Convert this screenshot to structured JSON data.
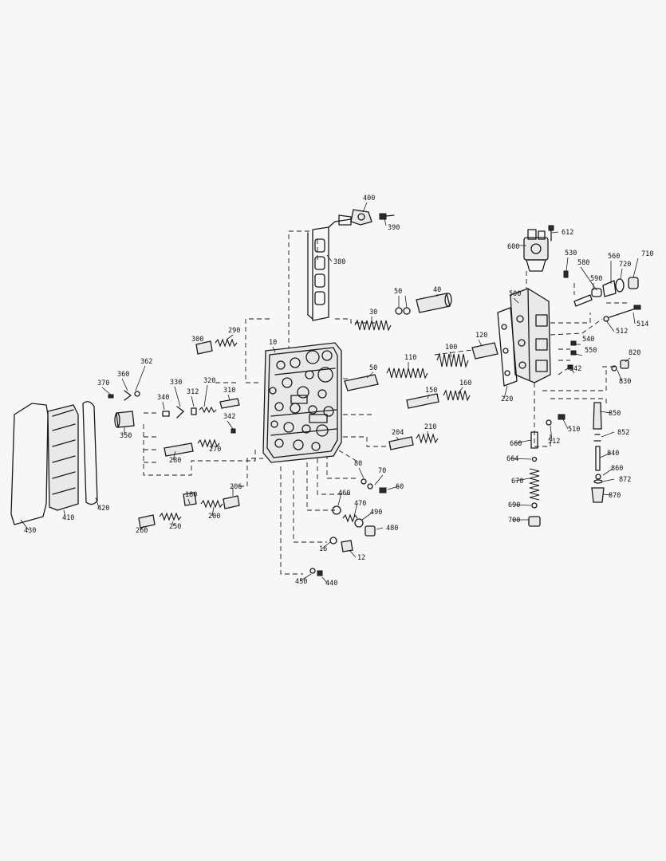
{
  "diagram": {
    "type": "exploded-parts-view",
    "labels": [
      "400",
      "390",
      "380",
      "612",
      "600",
      "530",
      "580",
      "560",
      "720",
      "710",
      "50",
      "40",
      "590",
      "30",
      "500",
      "512",
      "514",
      "10",
      "290",
      "300",
      "100",
      "120",
      "540",
      "550",
      "820",
      "362",
      "110",
      "542",
      "830",
      "360",
      "370",
      "330",
      "320",
      "50",
      "150",
      "160",
      "340",
      "312",
      "310",
      "220",
      "342",
      "350",
      "204",
      "210",
      "510",
      "512",
      "850",
      "852",
      "280",
      "270",
      "660",
      "840",
      "664",
      "80",
      "860",
      "70",
      "872",
      "206",
      "180",
      "460",
      "670",
      "60",
      "420",
      "870",
      "250",
      "200",
      "470",
      "690",
      "260",
      "490",
      "430",
      "410",
      "700",
      "480",
      "16",
      "12",
      "450",
      "440"
    ]
  }
}
